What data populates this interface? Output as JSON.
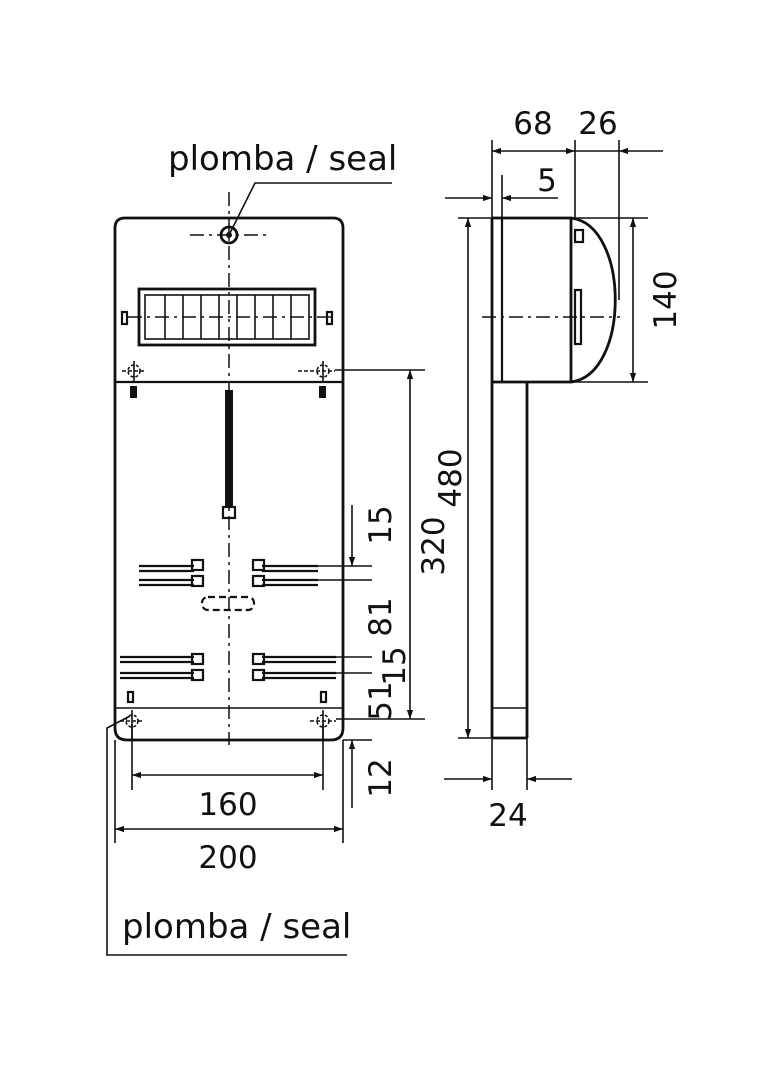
{
  "labels": {
    "seal_top": "plomba / seal",
    "seal_bottom": "plomba / seal"
  },
  "dimensions": {
    "d68": "68",
    "d26": "26",
    "d5": "5",
    "d140": "140",
    "d480": "480",
    "d24": "24",
    "d320": "320",
    "d15a": "15",
    "d81": "81",
    "d15b": "15",
    "d51": "51",
    "d12": "12",
    "d160": "160",
    "d200": "200"
  }
}
